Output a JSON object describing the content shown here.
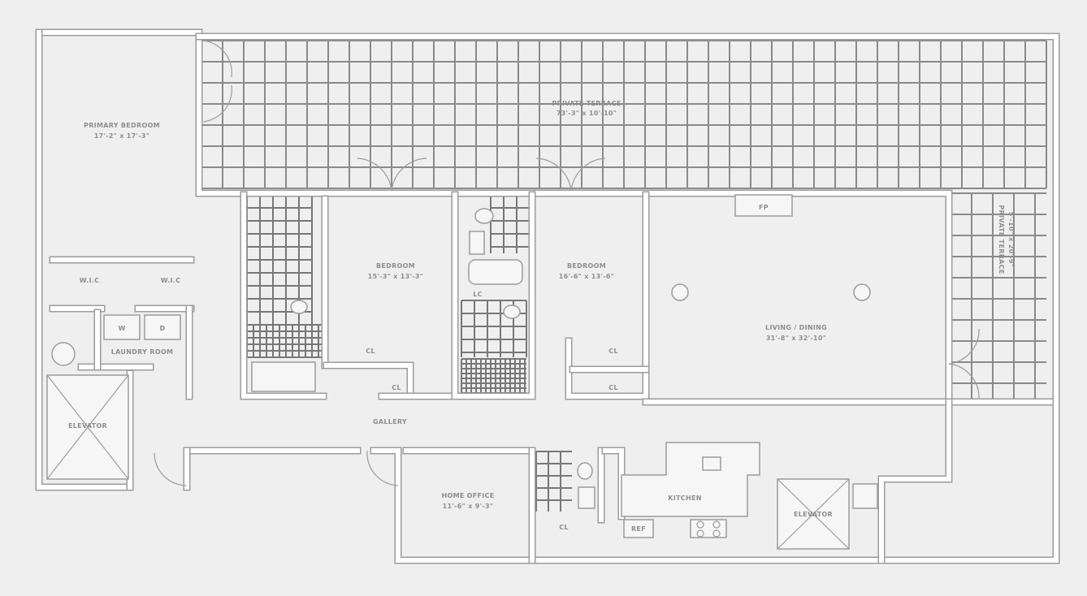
{
  "floor_plan": {
    "rooms": {
      "primary_bedroom": {
        "name": "PRIMARY BEDROOM",
        "size": "17'-2\" x 17'-3\""
      },
      "private_terrace": {
        "name": "PRIVATE TERRACE",
        "size": "73'-3\" x 10'-10\""
      },
      "private_terrace_side": {
        "name": "PRIVATE TERRACE",
        "size": "5'-10\" x 20'-9\""
      },
      "bedroom_1": {
        "name": "BEDROOM",
        "size": "15'-3\" x 13'-3\""
      },
      "bedroom_2": {
        "name": "BEDROOM",
        "size": "16'-6\" x 13'-6\""
      },
      "living_dining": {
        "name": "LIVING / DINING",
        "size": "31'-8\" x 32'-10\""
      },
      "wic_1": {
        "name": "W.I.C"
      },
      "wic_2": {
        "name": "W.I.C"
      },
      "laundry": {
        "name": "LAUNDRY ROOM",
        "washer": "W",
        "dryer": "D"
      },
      "elevator_1": {
        "name": "ELEVATOR"
      },
      "elevator_2": {
        "name": "ELEVATOR"
      },
      "gallery": {
        "name": "GALLERY"
      },
      "home_office": {
        "name": "HOME OFFICE",
        "size": "11'-6\" x 9'-3\""
      },
      "kitchen": {
        "name": "KITCHEN",
        "ref": "REF"
      },
      "fireplace": {
        "name": "FP"
      },
      "linen_closet": {
        "name": "LC"
      },
      "closet": "CL"
    },
    "colors": {
      "background": "#efefef",
      "wall_edge": "#9c9c9c",
      "wall_fill": "#ffffff",
      "tile": "#8a8a8a"
    }
  }
}
